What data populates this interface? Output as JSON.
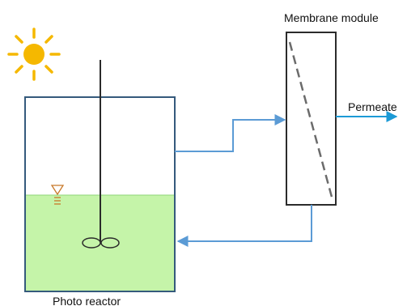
{
  "labels": {
    "membrane_module": "Membrane module",
    "permeate": "Permeate",
    "photo_reactor": "Photo reactor"
  },
  "icons": {
    "sun": "sun-icon",
    "water_level": "water-level-icon",
    "stirrer": "stirrer-icon"
  },
  "colors": {
    "sun": "#f5b800",
    "outline": "#355a7c",
    "liquid_fill": "#c5f4a9",
    "liquid_edge": "#8fd678",
    "flow_line": "#5b9bd5",
    "permeate_line": "#1c9ad6",
    "membrane_dash": "#6b6b6b",
    "water_level_marker": "#c8792a"
  }
}
